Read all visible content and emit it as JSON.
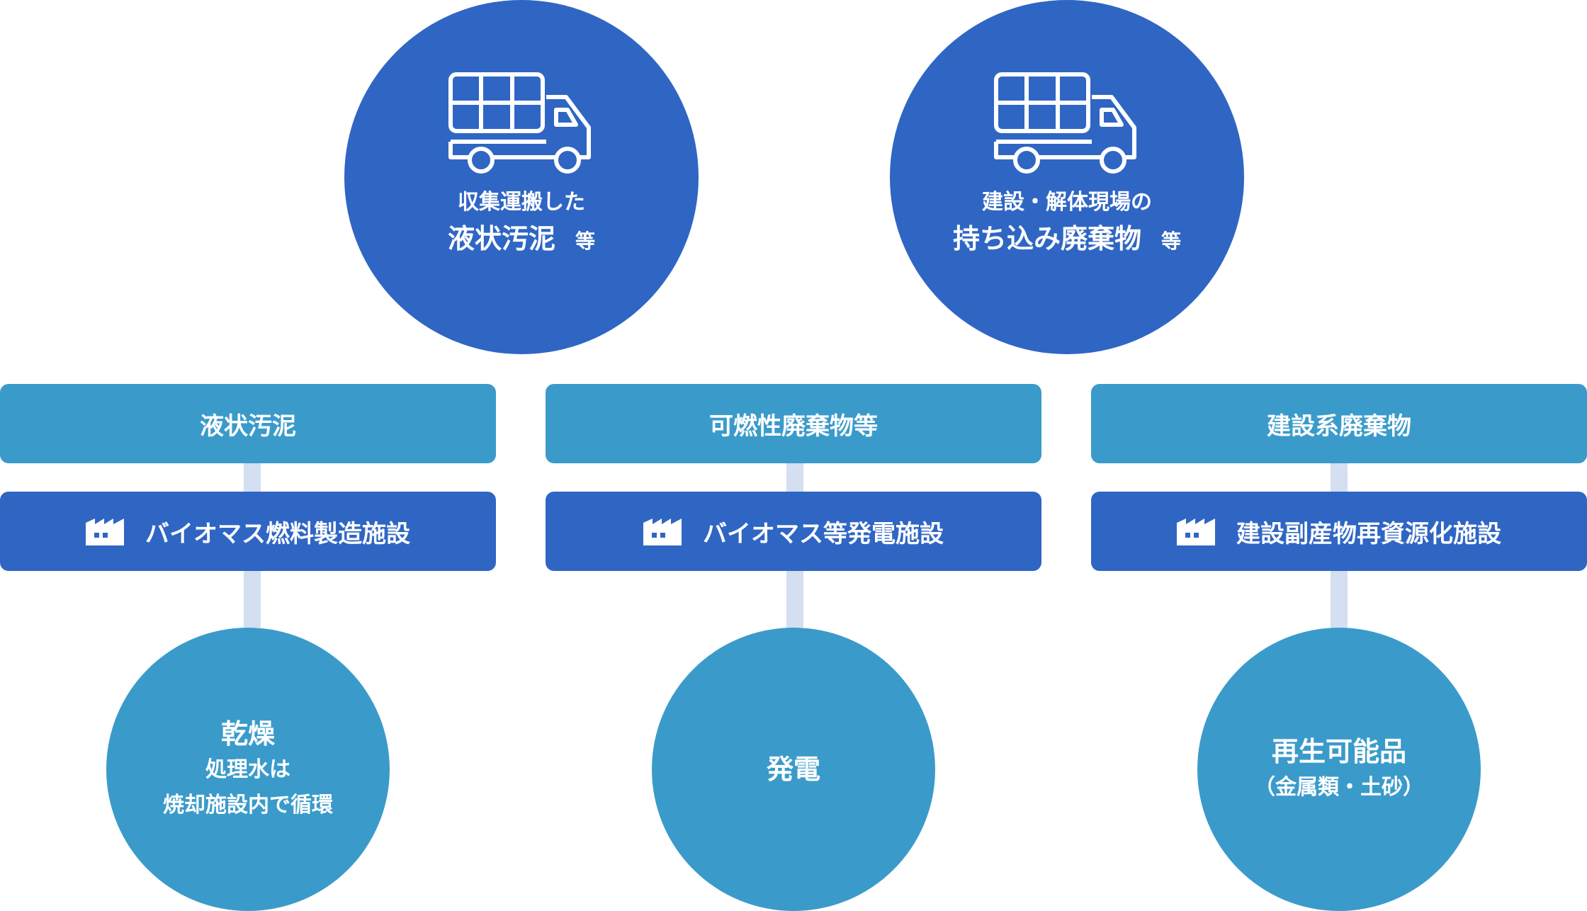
{
  "sources": [
    {
      "small": "収集運搬した",
      "big": "液状汚泥",
      "tag": "等",
      "icon": "truck-icon"
    },
    {
      "small": "建設・解体現場の",
      "big": "持ち込み廃棄物",
      "tag": "等",
      "icon": "truck-icon"
    }
  ],
  "columns": [
    {
      "category": "液状汚泥",
      "facility": "バイオマス燃料製造施設",
      "result": {
        "main": "乾燥",
        "sub1": "処理水は",
        "sub2": "焼却施設内で循環"
      }
    },
    {
      "category": "可燃性廃棄物等",
      "facility": "バイオマス等発電施設",
      "result": {
        "main": "発電"
      }
    },
    {
      "category": "建設系廃棄物",
      "facility": "建設副産物再資源化施設",
      "result": {
        "main": "再生可能品",
        "sub1": "（金属類・土砂）"
      }
    }
  ],
  "colors": {
    "primary": "#2f66c4",
    "secondary": "#3a9bca",
    "connector": "#d4dff1"
  }
}
